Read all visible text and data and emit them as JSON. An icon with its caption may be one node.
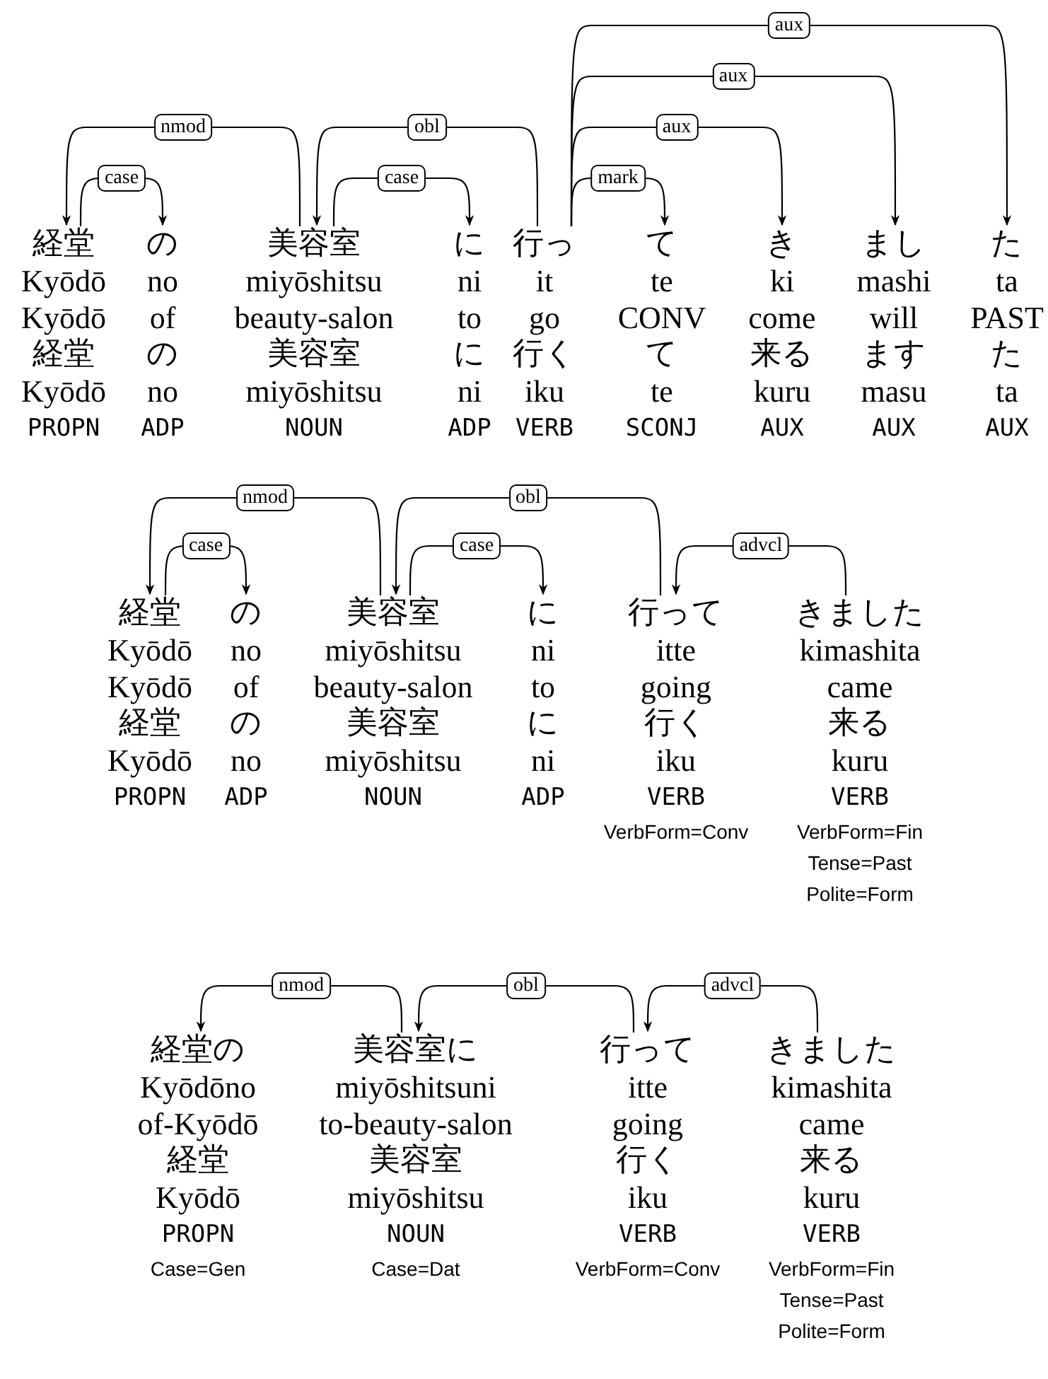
{
  "diagram": {
    "nodes": [
      {
        "text": [
          "経堂",
          "Kyōdō",
          "Kyōdō",
          "経堂",
          "Kyōdō",
          "PROPN"
        ]
      },
      {
        "text": [
          "の",
          "no",
          "of",
          "の",
          "no",
          "ADP"
        ]
      },
      {
        "text": [
          "美容室",
          "miyōshitsu",
          "beauty-salon",
          "美容室",
          "miyōshitsu",
          "NOUN"
        ]
      },
      {
        "text": [
          "に",
          "ni",
          "to",
          "に",
          "ni",
          "ADP"
        ]
      },
      {
        "text": [
          "行っ",
          "it",
          "go",
          "行く",
          "iku",
          "VERB"
        ]
      },
      {
        "text": [
          "て",
          "te",
          "CONV",
          "て",
          "te",
          "SCONJ"
        ]
      },
      {
        "text": [
          "き",
          "ki",
          "come",
          "来る",
          "kuru",
          "AUX"
        ]
      },
      {
        "text": [
          "まし",
          "mashi",
          "will",
          "ます",
          "masu",
          "AUX"
        ]
      },
      {
        "text": [
          "た",
          "ta",
          "PAST",
          "た",
          "ta",
          "AUX"
        ]
      },
      {
        "text": [
          "経堂",
          "Kyōdō",
          "Kyōdō",
          "経堂",
          "Kyōdō",
          "PROPN"
        ]
      },
      {
        "text": [
          "の",
          "no",
          "of",
          "の",
          "no",
          "ADP"
        ]
      },
      {
        "text": [
          "美容室",
          "miyōshitsu",
          "beauty-salon",
          "美容室",
          "miyōshitsu",
          "NOUN"
        ]
      },
      {
        "text": [
          "に",
          "ni",
          "to",
          "に",
          "ni",
          "ADP"
        ]
      },
      {
        "text": [
          "行って",
          "itte",
          "going",
          "行く",
          "iku",
          "VERB",
          "VerbForm=Conv"
        ]
      },
      {
        "text": [
          "きました",
          "kimashita",
          "came",
          "来る",
          "kuru",
          "VERB",
          "VerbForm=Fin",
          "Tense=Past",
          "Polite=Form"
        ]
      },
      {
        "text": [
          "経堂の",
          "Kyōdōno",
          "of-Kyōdō",
          "経堂",
          "Kyōdō",
          "PROPN",
          "Case=Gen"
        ]
      },
      {
        "text": [
          "美容室に",
          "miyōshitsuni",
          "to-beauty-salon",
          "美容室",
          "miyōshitsu",
          "NOUN",
          "Case=Dat"
        ]
      },
      {
        "text": [
          "行って",
          "itte",
          "going",
          "行く",
          "iku",
          "VERB",
          "VerbForm=Conv"
        ]
      },
      {
        "text": [
          "きました",
          "kimashita",
          "came",
          "来る",
          "kuru",
          "VERB",
          "VerbForm=Fin",
          "Tense=Past",
          "Polite=Form"
        ]
      }
    ],
    "edges": [
      {
        "from": 2,
        "to": 0,
        "arrow": "to",
        "label": "nmod"
      },
      {
        "from": 0,
        "to": 1,
        "arrow": "to",
        "label": "case"
      },
      {
        "from": 4,
        "to": 2,
        "arrow": "to",
        "label": "obl"
      },
      {
        "from": 2,
        "to": 3,
        "arrow": "to",
        "label": "case"
      },
      {
        "from": 4,
        "to": 8,
        "arrow": "to",
        "label": "aux"
      },
      {
        "from": 4,
        "to": 7,
        "arrow": "to",
        "label": "aux"
      },
      {
        "from": 4,
        "to": 6,
        "arrow": "to",
        "label": "aux"
      },
      {
        "from": 4,
        "to": 5,
        "arrow": "to",
        "label": "mark"
      },
      {
        "from": 11,
        "to": 9,
        "arrow": "to",
        "label": "nmod"
      },
      {
        "from": 9,
        "to": 10,
        "arrow": "to",
        "label": "case"
      },
      {
        "from": 13,
        "to": 11,
        "arrow": "to",
        "label": "obl"
      },
      {
        "from": 11,
        "to": 12,
        "arrow": "to",
        "label": "case"
      },
      {
        "from": 14,
        "to": 13,
        "arrow": "to",
        "label": "advcl"
      },
      {
        "from": 16,
        "to": 15,
        "arrow": "to",
        "label": "nmod"
      },
      {
        "from": 17,
        "to": 16,
        "arrow": "to",
        "label": "obl"
      },
      {
        "from": 18,
        "to": 17,
        "arrow": "to",
        "label": "advcl"
      }
    ]
  }
}
